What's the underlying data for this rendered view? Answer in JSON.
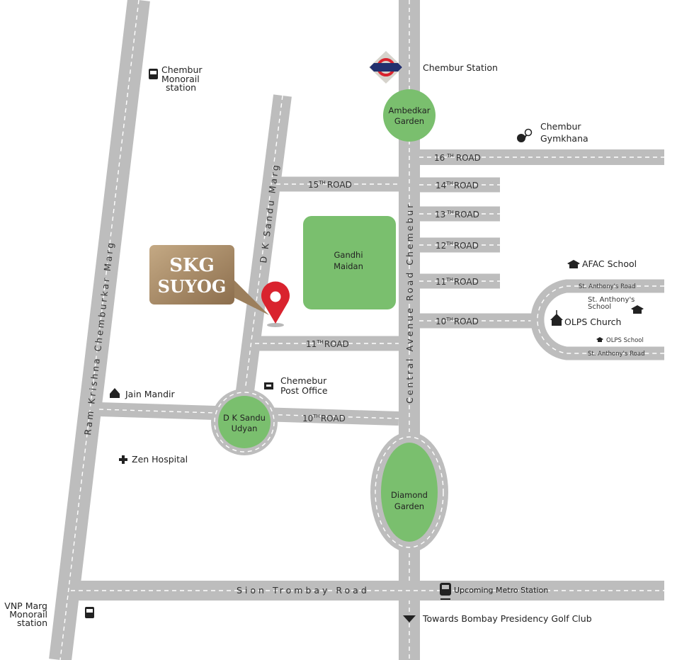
{
  "map": {
    "project": {
      "line1": "SKG",
      "line2": "SUYOG"
    },
    "roads": {
      "ram_krishna": "Ram Krishna Chemburkar Marg",
      "dk_sandu_marg": "D K Sandu Marg",
      "central_avenue": "Central Avenue Road Chemebur",
      "sion_trombay": "Sion Trombay Road",
      "r16": {
        "num": "16",
        "sup": "TH",
        "word": "ROAD"
      },
      "r15": {
        "num": "15",
        "sup": "TH",
        "word": "ROAD"
      },
      "r14": {
        "num": "14",
        "sup": "TH",
        "word": "ROAD"
      },
      "r13": {
        "num": "13",
        "sup": "TH",
        "word": "ROAD"
      },
      "r12": {
        "num": "12",
        "sup": "TH",
        "word": "ROAD"
      },
      "r11r": {
        "num": "11",
        "sup": "TH",
        "word": "ROAD"
      },
      "r10r": {
        "num": "10",
        "sup": "TH",
        "word": "ROAD"
      },
      "r11l": {
        "num": "11",
        "sup": "TH",
        "word": "ROAD"
      },
      "r10l": {
        "num": "10",
        "sup": "TH",
        "word": "ROAD"
      },
      "st_anthony_top": "St. Anthony's Road",
      "st_anthony_bottom": "St. Anthony's Road"
    },
    "gardens": {
      "ambedkar": [
        "Ambedkar",
        "Garden"
      ],
      "gandhi": [
        "Gandhi",
        "Maidan"
      ],
      "dk_sandu": [
        "D K Sandu",
        "Udyan"
      ],
      "diamond": [
        "Diamond",
        "Garden"
      ]
    },
    "landmarks": {
      "chembur_station": "Chembur Station",
      "chembur_monorail": [
        "Chembur",
        "Monorail",
        "station"
      ],
      "gymkhana": [
        "Chembur",
        "Gymkhana"
      ],
      "afac": "AFAC School",
      "st_anthony_school": [
        "St. Anthony's",
        "School"
      ],
      "olps_church": "OLPS Church",
      "olps_school": "OLPS School",
      "post_office": [
        "Chemebur",
        "Post Office"
      ],
      "jain_mandir": "Jain Mandir",
      "zen_hospital": "Zen Hospital",
      "metro": "Upcoming Metro Station",
      "vnp_monorail": [
        "VNP Marg",
        "Monorail",
        "station"
      ],
      "golf_club": "Towards Bombay Presidency Golf Club"
    },
    "colors": {
      "road": "#bdbdbd",
      "garden": "#7abf6e",
      "pin": "#d9232e",
      "label_box": "#a88a66"
    }
  }
}
